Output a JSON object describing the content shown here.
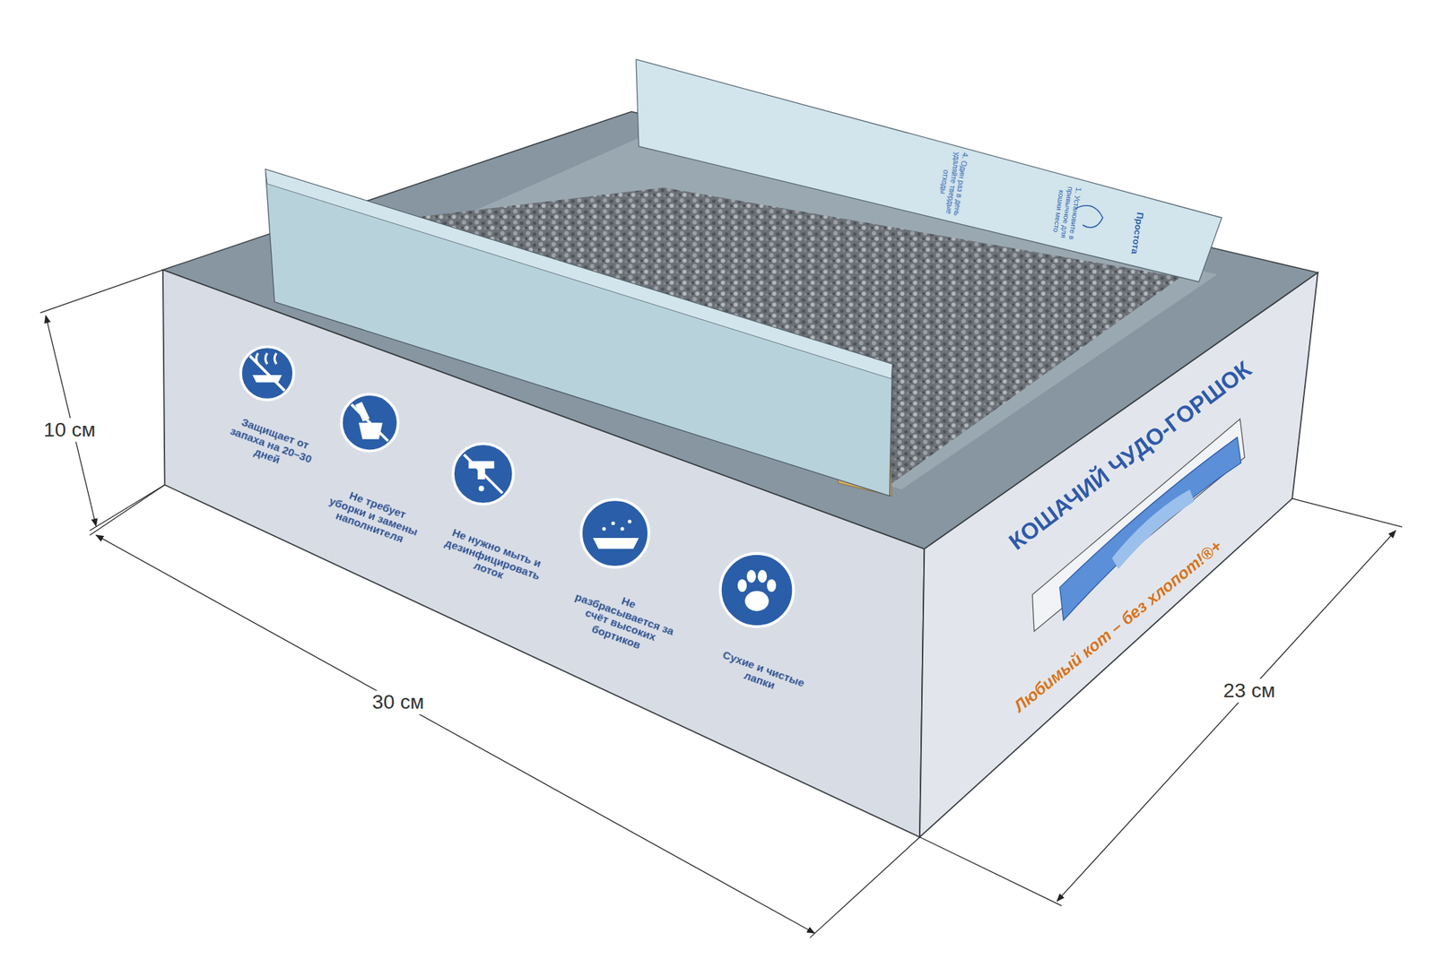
{
  "diagram": {
    "labels": [
      "10 см",
      "30 см",
      "23 см",
      "КОШАЧИЙ ЧУДО-ГОРШОК",
      "Любимый кот – без хлопот!®+",
      "Защищает от запаха на 20–30 дней",
      "Не требует уборки и замены наполнителя",
      "Не нужно мыть и дезинфицировать лоток",
      "Не разбрасывается за счёт высоких бортиков",
      "Сухие и чистые лапки",
      "Простота",
      "1. Установите в привычное для кошки место",
      "4. Один раз в день удаляйте твердые отходы"
    ]
  }
}
